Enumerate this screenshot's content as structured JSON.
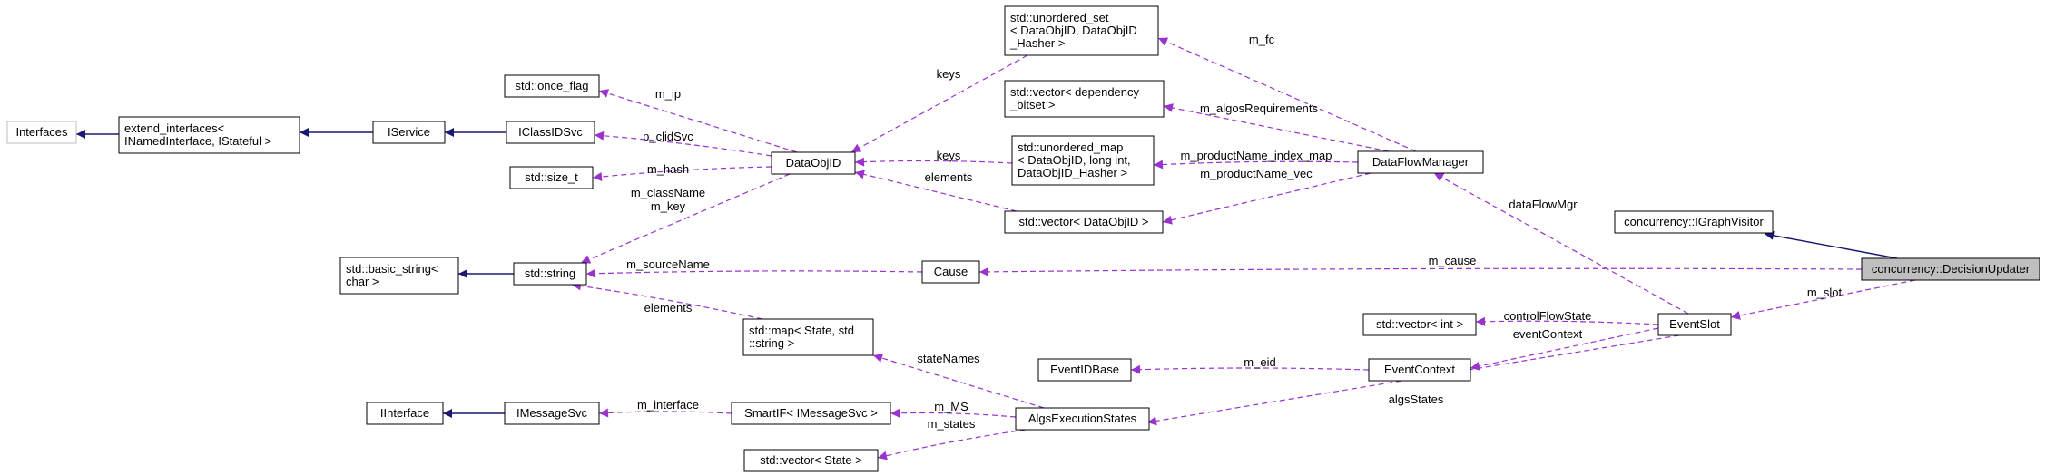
{
  "nodes": [
    {
      "id": "Interfaces",
      "lines": [
        "Interfaces"
      ],
      "style": "gray"
    },
    {
      "id": "extend_interfaces",
      "lines": [
        "extend_interfaces<",
        " INamedInterface, IStateful >"
      ]
    },
    {
      "id": "IService",
      "lines": [
        "IService"
      ]
    },
    {
      "id": "IClassIDSvc",
      "lines": [
        "IClassIDSvc"
      ]
    },
    {
      "id": "once_flag",
      "lines": [
        "std::once_flag"
      ]
    },
    {
      "id": "size_t",
      "lines": [
        "std::size_t"
      ]
    },
    {
      "id": "basic_string",
      "lines": [
        "std::basic_string<",
        " char >"
      ]
    },
    {
      "id": "string",
      "lines": [
        "std::string"
      ]
    },
    {
      "id": "DataObjID",
      "lines": [
        "DataObjID"
      ]
    },
    {
      "id": "unordered_set",
      "lines": [
        "std::unordered_set",
        "< DataObjID, DataObjID",
        "_Hasher >"
      ]
    },
    {
      "id": "vector_dep",
      "lines": [
        "std::vector< dependency",
        "_bitset >"
      ]
    },
    {
      "id": "unordered_map",
      "lines": [
        "std::unordered_map",
        "< DataObjID, long int,",
        " DataObjID_Hasher >"
      ]
    },
    {
      "id": "vector_did",
      "lines": [
        "std::vector< DataObjID >"
      ]
    },
    {
      "id": "DataFlowManager",
      "lines": [
        "DataFlowManager"
      ]
    },
    {
      "id": "Cause",
      "lines": [
        "Cause"
      ]
    },
    {
      "id": "IGraphVisitor",
      "lines": [
        "concurrency::IGraphVisitor"
      ]
    },
    {
      "id": "DecisionUpdater",
      "lines": [
        "concurrency::DecisionUpdater"
      ],
      "style": "focus"
    },
    {
      "id": "map_state",
      "lines": [
        "std::map< State, std",
        "::string >"
      ]
    },
    {
      "id": "vector_int",
      "lines": [
        "std::vector< int >"
      ]
    },
    {
      "id": "EventSlot",
      "lines": [
        "EventSlot"
      ]
    },
    {
      "id": "EventIDBase",
      "lines": [
        "EventIDBase"
      ]
    },
    {
      "id": "EventContext",
      "lines": [
        "EventContext"
      ]
    },
    {
      "id": "IInterface",
      "lines": [
        "IInterface"
      ]
    },
    {
      "id": "IMessageSvc",
      "lines": [
        "IMessageSvc"
      ]
    },
    {
      "id": "SmartIF",
      "lines": [
        "SmartIF< IMessageSvc >"
      ]
    },
    {
      "id": "AlgsExecutionStates",
      "lines": [
        "AlgsExecutionStates"
      ]
    },
    {
      "id": "vector_state",
      "lines": [
        "std::vector< State >"
      ]
    }
  ],
  "edges": [
    {
      "id": "e1",
      "from": "extend_interfaces",
      "to": "Interfaces",
      "kind": "inherit",
      "label": []
    },
    {
      "id": "e2",
      "from": "IService",
      "to": "extend_interfaces",
      "kind": "inherit",
      "label": []
    },
    {
      "id": "e3",
      "from": "IClassIDSvc",
      "to": "IService",
      "kind": "inherit",
      "label": []
    },
    {
      "id": "e4",
      "from": "string",
      "to": "basic_string",
      "kind": "inherit",
      "label": []
    },
    {
      "id": "e5",
      "from": "IMessageSvc",
      "to": "IInterface",
      "kind": "inherit",
      "label": []
    },
    {
      "id": "e6",
      "from": "DecisionUpdater",
      "to": "IGraphVisitor",
      "kind": "inherit",
      "label": []
    },
    {
      "id": "e7",
      "from": "DataObjID",
      "to": "once_flag",
      "kind": "use",
      "label": [
        "m_ip"
      ]
    },
    {
      "id": "e8",
      "from": "DataObjID",
      "to": "IClassIDSvc",
      "kind": "use",
      "label": [
        "p_clidSvc"
      ]
    },
    {
      "id": "e9",
      "from": "DataObjID",
      "to": "size_t",
      "kind": "use",
      "label": [
        "m_hash"
      ]
    },
    {
      "id": "e10",
      "from": "DataObjID",
      "to": "string",
      "kind": "use",
      "label": [
        "m_className",
        "m_key"
      ]
    },
    {
      "id": "e11",
      "from": "unordered_set",
      "to": "DataObjID",
      "kind": "use",
      "label": [
        "keys"
      ]
    },
    {
      "id": "e12",
      "from": "unordered_map",
      "to": "DataObjID",
      "kind": "use",
      "label": [
        "keys"
      ]
    },
    {
      "id": "e13",
      "from": "vector_did",
      "to": "DataObjID",
      "kind": "use",
      "label": [
        "elements"
      ]
    },
    {
      "id": "e14",
      "from": "DataFlowManager",
      "to": "unordered_set",
      "kind": "use",
      "label": [
        "m_fc"
      ]
    },
    {
      "id": "e15",
      "from": "DataFlowManager",
      "to": "vector_dep",
      "kind": "use",
      "label": [
        "m_algosRequirements"
      ]
    },
    {
      "id": "e16",
      "from": "DataFlowManager",
      "to": "unordered_map",
      "kind": "use",
      "label": [
        "m_productName_index_map"
      ]
    },
    {
      "id": "e17",
      "from": "DataFlowManager",
      "to": "vector_did",
      "kind": "use",
      "label": [
        "m_productName_vec"
      ]
    },
    {
      "id": "e18",
      "from": "Cause",
      "to": "string",
      "kind": "use",
      "label": [
        "m_sourceName"
      ]
    },
    {
      "id": "e19",
      "from": "map_state",
      "to": "string",
      "kind": "use",
      "label": [
        "elements"
      ]
    },
    {
      "id": "e20",
      "from": "DecisionUpdater",
      "to": "Cause",
      "kind": "use",
      "label": [
        "m_cause"
      ]
    },
    {
      "id": "e21",
      "from": "DecisionUpdater",
      "to": "EventSlot",
      "kind": "use",
      "label": [
        "m_slot"
      ]
    },
    {
      "id": "e22",
      "from": "EventSlot",
      "to": "DataFlowManager",
      "kind": "use",
      "label": [
        "dataFlowMgr"
      ]
    },
    {
      "id": "e23",
      "from": "EventSlot",
      "to": "vector_int",
      "kind": "use",
      "label": [
        "controlFlowState"
      ]
    },
    {
      "id": "e24",
      "from": "EventSlot",
      "to": "EventContext",
      "kind": "use",
      "label": [
        "eventContext"
      ]
    },
    {
      "id": "e25",
      "from": "EventSlot",
      "to": "AlgsExecutionStates",
      "kind": "use",
      "label": [
        "algsStates"
      ]
    },
    {
      "id": "e26",
      "from": "EventContext",
      "to": "EventIDBase",
      "kind": "use",
      "label": [
        "m_eid"
      ]
    },
    {
      "id": "e27",
      "from": "AlgsExecutionStates",
      "to": "map_state",
      "kind": "use",
      "label": [
        "stateNames"
      ]
    },
    {
      "id": "e28",
      "from": "AlgsExecutionStates",
      "to": "SmartIF",
      "kind": "use",
      "label": [
        "m_MS"
      ]
    },
    {
      "id": "e29",
      "from": "AlgsExecutionStates",
      "to": "vector_state",
      "kind": "use",
      "label": [
        "m_states"
      ]
    },
    {
      "id": "e30",
      "from": "SmartIF",
      "to": "IMessageSvc",
      "kind": "use",
      "label": [
        "m_interface"
      ]
    }
  ],
  "colors": {
    "inherit_edge": "#191970",
    "use_edge": "#9a32cd",
    "gray_border": "#bfbfbf",
    "focus_fill": "#bfbfbf"
  }
}
